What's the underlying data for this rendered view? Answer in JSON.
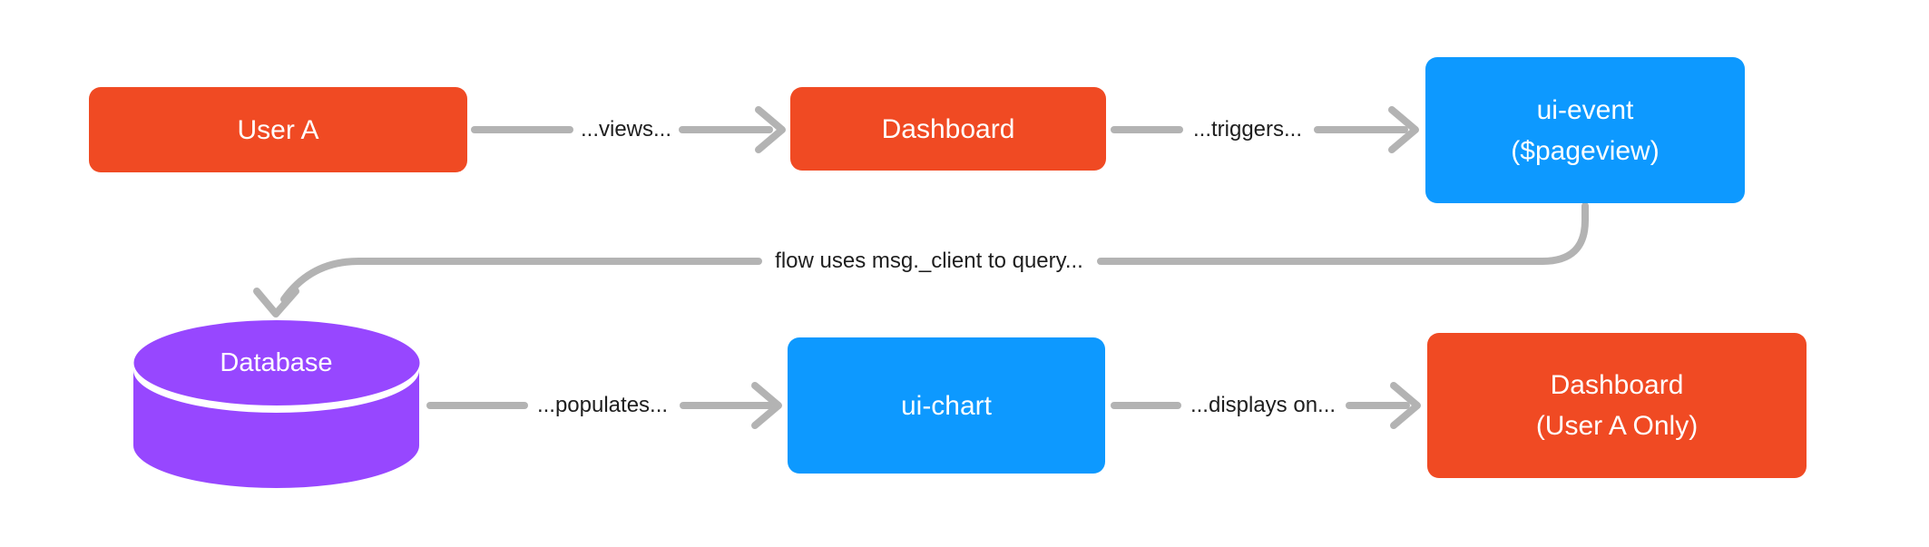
{
  "colors": {
    "background": "#ffffff",
    "node_orange": "#f04a23",
    "node_blue": "#0d99ff",
    "node_purple": "#9747ff",
    "connector": "#b3b3b3",
    "edge_label_text": "#1e1e1e",
    "node_label_text": "#ffffff"
  },
  "nodes": {
    "user_a": {
      "label": "User A",
      "shape": "rounded-rect",
      "color": "orange"
    },
    "dashboard": {
      "label": "Dashboard",
      "shape": "rounded-rect",
      "color": "orange"
    },
    "ui_event": {
      "line1": "ui-event",
      "line2": "($pageview)",
      "shape": "rounded-rect",
      "color": "blue"
    },
    "database": {
      "label": "Database",
      "shape": "cylinder",
      "color": "purple"
    },
    "ui_chart": {
      "label": "ui-chart",
      "shape": "rounded-rect",
      "color": "blue"
    },
    "dashboard_user_a": {
      "line1": "Dashboard",
      "line2": "(User A Only)",
      "shape": "rounded-rect",
      "color": "orange"
    }
  },
  "edges": {
    "views": {
      "label": "...views...",
      "from": "user_a",
      "to": "dashboard"
    },
    "triggers": {
      "label": "...triggers...",
      "from": "dashboard",
      "to": "ui_event"
    },
    "query": {
      "label": "flow uses msg._client to query...",
      "from": "ui_event",
      "to": "database"
    },
    "populates": {
      "label": "...populates...",
      "from": "database",
      "to": "ui_chart"
    },
    "displays": {
      "label": "...displays on...",
      "from": "ui_chart",
      "to": "dashboard_user_a"
    }
  }
}
